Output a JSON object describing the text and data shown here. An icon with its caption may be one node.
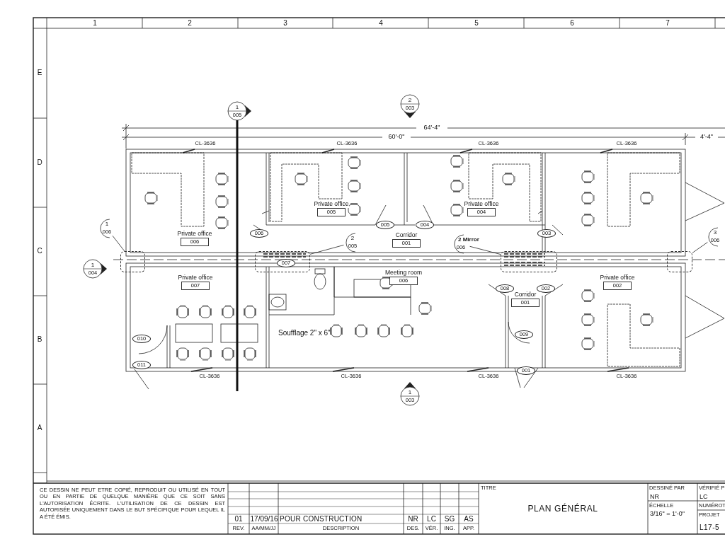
{
  "diagram": {
    "nodes": [
      {
        "text": [
          "1",
          "005"
        ]
      },
      {
        "text": [
          "2",
          "003"
        ]
      },
      {
        "text": [
          "Private office",
          "005"
        ]
      },
      {
        "text": [
          "Private office",
          "004"
        ]
      },
      {
        "text": [
          "005"
        ]
      },
      {
        "text": [
          "004"
        ]
      },
      {
        "text": [
          "1",
          "006"
        ]
      },
      {
        "text": [
          "006"
        ]
      },
      {
        "text": [
          "Private office",
          "006"
        ]
      },
      {
        "text": [
          "Corridor",
          "001"
        ]
      },
      {
        "text": [
          "003"
        ]
      },
      {
        "text": [
          "3",
          "006"
        ]
      },
      {
        "text": [
          "2",
          "005"
        ]
      },
      {
        "text": [
          "2 Mirror",
          "006"
        ]
      },
      {
        "text": [],
        "shape": "box"
      },
      {
        "text": [],
        "shape": "box"
      },
      {
        "text": [],
        "shape": "box"
      },
      {
        "text": [],
        "shape": "box"
      },
      {
        "text": [
          "007"
        ],
        "in": 15
      },
      {
        "text": [
          "1",
          "004"
        ]
      },
      {
        "text": [
          "Private office",
          "007"
        ]
      },
      {
        "text": [
          "Meeting room",
          "006"
        ]
      },
      {
        "text": [
          "Private office",
          "002"
        ]
      },
      {
        "text": [
          "008"
        ]
      },
      {
        "text": [
          "002"
        ]
      },
      {
        "text": [
          "Corridor",
          "001"
        ]
      },
      {
        "text": [
          "009"
        ]
      },
      {
        "text": [
          "010"
        ]
      },
      {
        "text": [
          "011"
        ]
      },
      {
        "text": [
          "001"
        ]
      },
      {
        "text": [
          "1",
          "003"
        ]
      }
    ],
    "edges": [
      {
        "from": 6,
        "to": 14,
        "arrow": "none"
      },
      {
        "from": 12,
        "to": 15,
        "arrow": "none"
      },
      {
        "from": 13,
        "to": 16,
        "arrow": "none"
      },
      {
        "from": 11,
        "to": 17,
        "arrow": "none"
      }
    ],
    "labels": [
      "1",
      "2",
      "3",
      "4",
      "5",
      "6",
      "7",
      "E",
      "D",
      "C",
      "B",
      "A",
      "64'-4\"",
      "60'-0\"",
      "4'-4\"",
      "CL-3636",
      "CL-3636",
      "CL-3636",
      "CL-3636",
      "CL-3636",
      "CL-3636",
      "CL-3636",
      "CL-3636",
      "Soufflage 2\" x 6\"",
      "CE DESSIN NE PEUT ETRE COPIÉ, REPRODUIT OU UTILISÉ EN TOUT OU EN PARTIE DE QUELQUE MANIÈRE QUE CE SOIT SANS L'AUTORISATION ÉCRITE. L'UTILISATION DE CE DESSIN EST AUTORISÉE UNIQUEMENT DANS LE BUT SPÉCIFIQUE POUR LEQUEL IL A ÉTÉ ÉMIS.",
      "01",
      "17/09/16",
      "POUR CONSTRUCTION",
      "NR",
      "LC",
      "SG",
      "AS",
      "REV.",
      "AA/MM/JJ",
      "DESCRIPTION",
      "DES.",
      "VÉR.",
      "ING.",
      "APP.",
      "TITRE",
      "PLAN GÉNÉRAL",
      "DESSINÉ PAR",
      "NR",
      "VÉRIFIÉ P",
      "LC",
      "ÉCHELLE",
      "3/16\" = 1'-0\"",
      "NUMÉROT",
      "PROJET",
      "L17-5"
    ]
  }
}
